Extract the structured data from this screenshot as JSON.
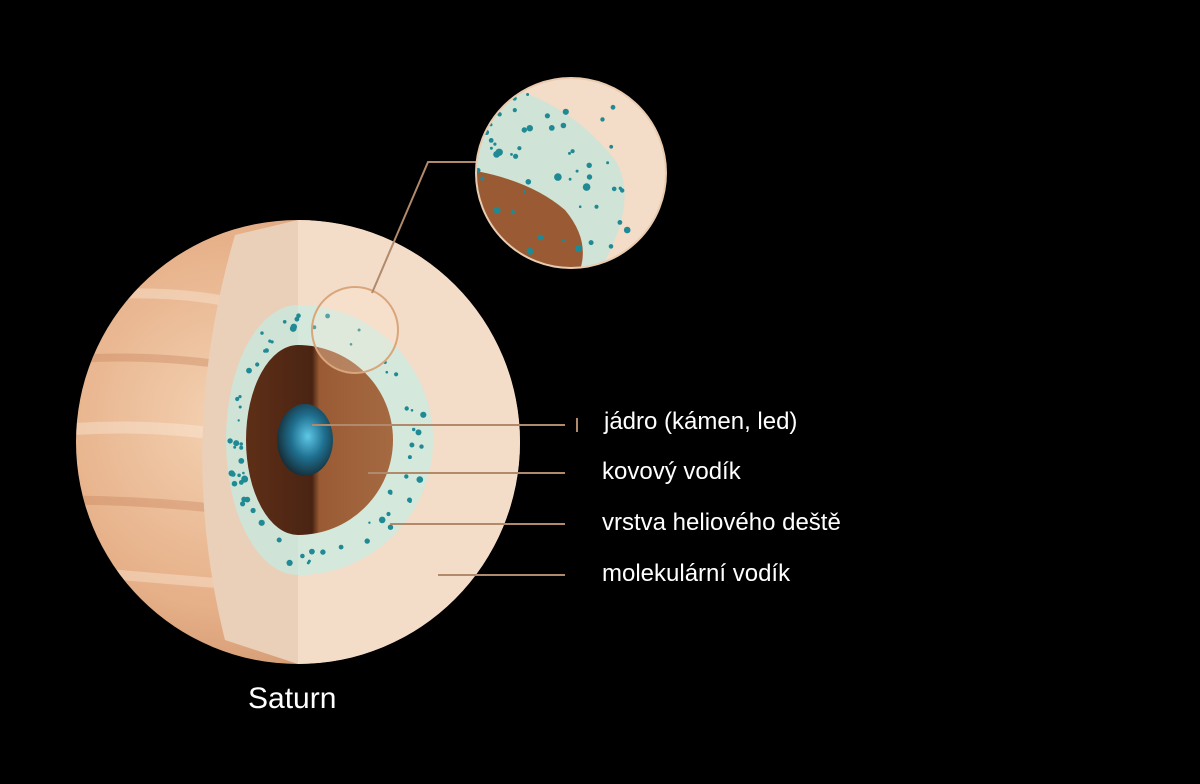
{
  "title": "Saturn",
  "layers": [
    {
      "id": "core",
      "label": "jádro (kámen, led)"
    },
    {
      "id": "metallic-hydrogen",
      "label": "kovový vodík"
    },
    {
      "id": "helium-rain",
      "label": "vrstva heliového deště"
    },
    {
      "id": "molecular-hydrogen",
      "label": "molekulární vodík"
    }
  ],
  "colors": {
    "background": "#000000",
    "surface": "#e8b48f",
    "molecular": "#f3dcc8",
    "helium_rain": "#cfe3d6",
    "droplets": "#1f8a94",
    "metallic": "#8a4e2c",
    "core": "#2a8fb5",
    "leader": "#b08a6a"
  }
}
